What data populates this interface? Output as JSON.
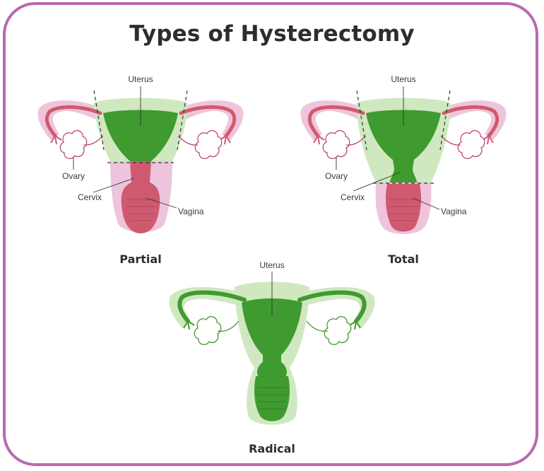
{
  "title": "Types of Hysterectomy",
  "colors": {
    "border": "#b76ab0",
    "removed_green": "#3f9a2f",
    "removed_green_light": "#cfe8c0",
    "remaining_red": "#cf5a6f",
    "remaining_pink": "#eec4dc",
    "text": "#2d2d2d"
  },
  "diagrams": [
    {
      "caption": "Partial",
      "labels": {
        "uterus": "Uterus",
        "ovary": "Ovary",
        "cervix": "Cervix",
        "vagina": "Vagina"
      }
    },
    {
      "caption": "Total",
      "labels": {
        "uterus": "Uterus",
        "ovary": "Ovary",
        "cervix": "Cervix",
        "vagina": "Vagina"
      }
    },
    {
      "caption": "Radical",
      "labels": {
        "uterus": "Uterus"
      }
    }
  ]
}
